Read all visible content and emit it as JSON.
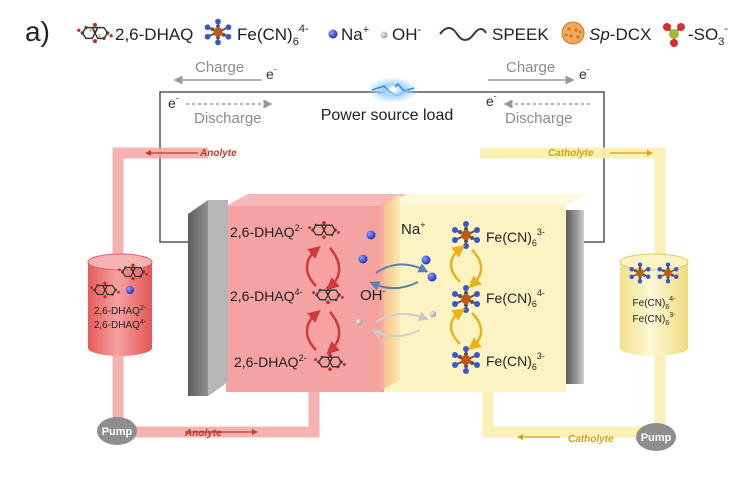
{
  "panel_label": "a)",
  "legend": [
    {
      "icon": "dhaq-molecule-icon",
      "label": "2,6-DHAQ"
    },
    {
      "icon": "ferrocyanide-icon",
      "label": "Fe(CN)",
      "sub": "6",
      "sup": "4-"
    },
    {
      "icon": "sodium-ion-icon",
      "label": "Na",
      "sup": "+"
    },
    {
      "icon": "hydroxide-ion-icon",
      "label": "OH",
      "sup": "-"
    },
    {
      "icon": "speek-wave-icon",
      "label": "SPEEK"
    },
    {
      "icon": "sp-dcx-icon",
      "label_italic": "Sp",
      "label": "-DCX"
    },
    {
      "icon": "sulfonate-icon",
      "label": "-SO",
      "sub": "3",
      "sup": "-"
    }
  ],
  "circuit": {
    "charge_left": "Charge",
    "charge_right": "Charge",
    "discharge_left": "Discharge",
    "discharge_right": "Discharge",
    "electron": "e",
    "electron_sup": "-",
    "load": "Power source load"
  },
  "anolyte": {
    "pipe_top": "Anolyte",
    "pipe_bottom": "Anolyte",
    "tank_line1": "2,6-DHAQ",
    "tank_line1_sup": "2-",
    "tank_line2": "2,6-DHAQ",
    "tank_line2_sup": "4-",
    "pump": "Pump",
    "species_top": "2,6-DHAQ",
    "species_top_sup": "2-",
    "species_mid": "2,6-DHAQ",
    "species_mid_sup": "4-",
    "species_bot": "2,6-DHAQ",
    "species_bot_sup": "2-"
  },
  "catholyte": {
    "pipe_top": "Catholyte",
    "pipe_bottom": "Catholyte",
    "tank_line1": "Fe(CN)",
    "tank_line1_sub": "6",
    "tank_line1_sup": "4-",
    "tank_line2": "Fe(CN)",
    "tank_line2_sub": "6",
    "tank_line2_sup": "3-",
    "pump": "Pump",
    "species_top": "Fe(CN)",
    "species_top_sub": "6",
    "species_top_sup": "3-",
    "species_mid": "Fe(CN)",
    "species_mid_sub": "6",
    "species_mid_sup": "4-",
    "species_bot": "Fe(CN)",
    "species_bot_sub": "6",
    "species_bot_sup": "3-"
  },
  "membrane": {
    "cation": "Na",
    "cation_sup": "+",
    "anion": "OH",
    "anion_sup": "-"
  },
  "colors": {
    "anolyte": "#f28b8b",
    "anolyte_dark": "#d9534f",
    "catholyte": "#faf3b8",
    "catholyte_dark": "#e8c94a",
    "sodium": "#2233cc",
    "hydroxide": "#b8b8b8",
    "pump": "#8e8e8e",
    "electrode": "#8c8c8c"
  }
}
